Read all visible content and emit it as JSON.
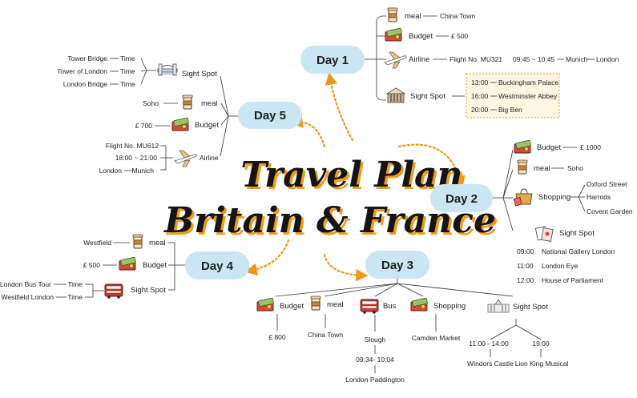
{
  "title": {
    "line1": "Travel Plan",
    "line2": "Britain & France"
  },
  "day1": {
    "label": "Day 1",
    "meal": "meal",
    "meal_value": "China Town",
    "budget": "Budget",
    "budget_value": "£ 500",
    "airline": "Airline",
    "flight": "Flight No. MU321",
    "time": "09:45 ~ 10:45",
    "from": "Munich",
    "to": "London",
    "sight": "Sight Spot",
    "spots": [
      {
        "time": "13:00",
        "place": "Buckingham Palace"
      },
      {
        "time": "16:00",
        "place": "Westminster Abbey"
      },
      {
        "time": "20:00",
        "place": "Big Ben"
      }
    ]
  },
  "day2": {
    "label": "Day 2",
    "budget": "Budget",
    "budget_value": "£ 1000",
    "meal": "meal",
    "meal_value": "Soho",
    "shopping": "Shopping",
    "shops": [
      "Oxford Street",
      "Harrods",
      "Covent Garden"
    ],
    "sight": "Sight Spot",
    "spots": [
      {
        "time": "09:00",
        "place": "National Gallery London"
      },
      {
        "time": "11:00",
        "place": "London Eye"
      },
      {
        "time": "12:00",
        "place": "House of Parliament"
      }
    ]
  },
  "day3": {
    "label": "Day 3",
    "budget": "Budget",
    "budget_value": "£ 800",
    "meal": "meal",
    "meal_value": "China Town",
    "bus": "Bus",
    "bus_from": "Slough",
    "bus_time": "09:34- 10:04",
    "bus_to": "London Paddington",
    "shopping": "Shopping",
    "shopping_value": "Camden Market",
    "sight": "Sight Spot",
    "spots": [
      {
        "time": "11:00 - 14:00",
        "place": "Windors Castle"
      },
      {
        "time": "19:00",
        "place": "Lion King Musical"
      }
    ]
  },
  "day4": {
    "label": "Day 4",
    "meal": "meal",
    "meal_value": "Westfield",
    "budget": "Budget",
    "budget_value": "£ 500",
    "sight": "Sight Spot",
    "time_label": "Time",
    "spots": [
      "London Bus Tour",
      "Westfield London"
    ]
  },
  "day5": {
    "label": "Day 5",
    "sight": "Sight Spot",
    "time_label": "Time",
    "spots": [
      "Tower Bridge",
      "Tower of London",
      "London Bridge"
    ],
    "meal": "meal",
    "meal_value": "Soho",
    "budget": "Budget",
    "budget_value": "£ 700",
    "airline": "Airline",
    "flight": "Flight No. MU612",
    "time": "18:00 ~ 21:00",
    "from": "London",
    "to": "Munich"
  }
}
